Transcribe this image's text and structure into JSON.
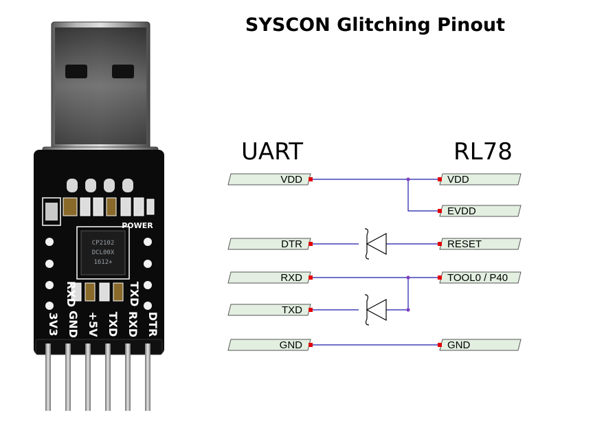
{
  "title": "SYSCON Glitching Pinout",
  "left_header": "UART",
  "right_header": "RL78",
  "uart_pins": [
    "VDD",
    "DTR",
    "RXD",
    "TXD",
    "GND"
  ],
  "rl78_pins": [
    "VDD",
    "EVDD",
    "RESET",
    "TOOL0 / P40",
    "GND"
  ],
  "board": {
    "header_pins": [
      "3V3",
      "GND",
      "+5V",
      "TXD",
      "RXD",
      "DTR"
    ],
    "led_labels": [
      "RXD",
      "TXD"
    ],
    "power_label": "POWER",
    "chip_text": [
      "CP2102",
      "DCL00X",
      "1612+"
    ]
  },
  "colors": {
    "wire": "#1a1aaa",
    "junction": "#7f3fbf",
    "pin_marker": "#e00000",
    "pin_fill": "#e3efe1",
    "pcb": "#0b0b0b"
  }
}
